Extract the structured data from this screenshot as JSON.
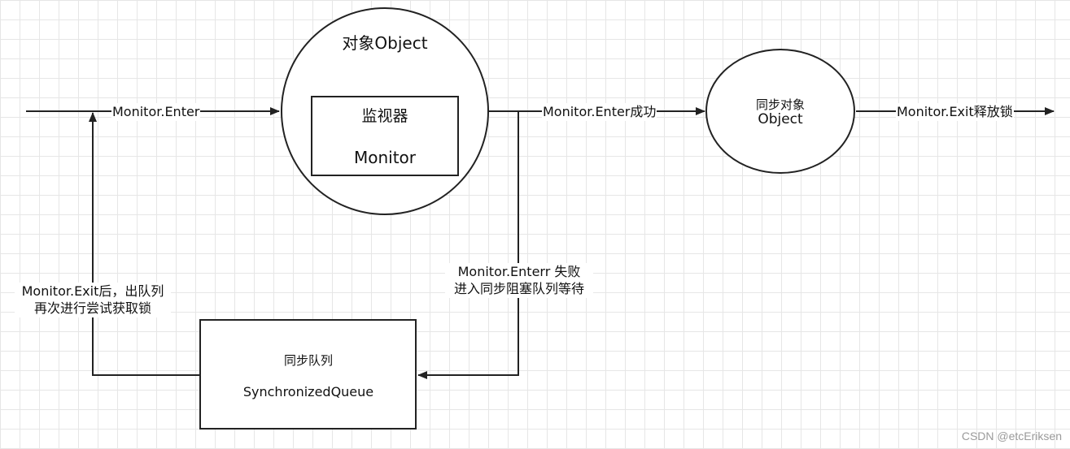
{
  "nodes": {
    "object_circle": {
      "title": "对象Object"
    },
    "monitor_box": {
      "line1": "监视器",
      "line2": "Monitor"
    },
    "sync_object": {
      "line1": "同步对象",
      "line2": "Object"
    },
    "sync_queue": {
      "line1": "同步队列",
      "line2": "SynchronizedQueue"
    }
  },
  "edges": {
    "enter": "Monitor.Enter",
    "enter_success": "Monitor.Enter成功",
    "exit_release": "Monitor.Exit释放锁",
    "enter_fail": {
      "line1": "Monitor.Enterr 失败",
      "line2": "进入同步阻塞队列等待"
    },
    "retry": {
      "line1": "Monitor.Exit后，出队列",
      "line2": "再次进行尝试获取锁"
    }
  },
  "watermark": "CSDN @etcEriksen"
}
